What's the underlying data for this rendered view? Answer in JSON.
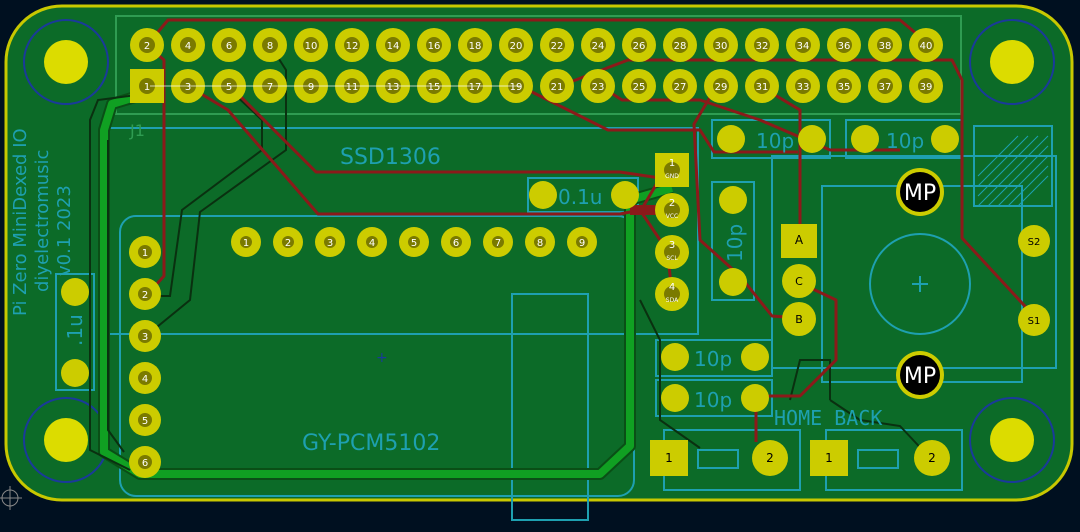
{
  "board": {
    "vertical_text": [
      "Pi Zero MiniDexed IO",
      "diyelectromusic",
      "v0.1 2023"
    ],
    "header_ref": "J1",
    "colors": {
      "background": "#001020",
      "board": "#0c6b28",
      "board_edge": "#c8c800",
      "pad": "#cccc00",
      "trace_top": "#8b1a1a",
      "trace_bottom": "#0f7a1c",
      "silkscreen": "#1ea0b0"
    }
  },
  "header": {
    "top_row": [
      "2",
      "4",
      "6",
      "8",
      "10",
      "12",
      "14",
      "16",
      "18",
      "20",
      "22",
      "24",
      "26",
      "28",
      "30",
      "32",
      "34",
      "36",
      "38",
      "40"
    ],
    "bottom_row": [
      "1",
      "3",
      "5",
      "7",
      "9",
      "11",
      "13",
      "15",
      "17",
      "19",
      "21",
      "23",
      "25",
      "27",
      "29",
      "31",
      "33",
      "35",
      "37",
      "39"
    ]
  },
  "oled": {
    "label": "SSD1306",
    "pins": [
      "1",
      "2",
      "3",
      "4"
    ],
    "pin_names": [
      "GND",
      "VCC",
      "SCL",
      "SDA"
    ]
  },
  "dac": {
    "label": "GY-PCM5102",
    "left_pins": [
      "1",
      "2",
      "3",
      "4",
      "5",
      "6"
    ],
    "top_pins": [
      "1",
      "2",
      "3",
      "4",
      "5",
      "6",
      "7",
      "8",
      "9"
    ]
  },
  "caps": {
    "c_oled": "0.1u",
    "c_dac": ".1u",
    "c1": "10p",
    "c2": "10p",
    "c3": "10p",
    "c4": "10p",
    "c5": "10p"
  },
  "encoder": {
    "mounting": [
      "MP",
      "MP"
    ],
    "pins": [
      "A",
      "C",
      "B",
      "S2",
      "S1"
    ]
  },
  "buttons": {
    "label": "HOME BACK",
    "home": [
      "1",
      "2"
    ],
    "back": [
      "1",
      "2"
    ]
  }
}
